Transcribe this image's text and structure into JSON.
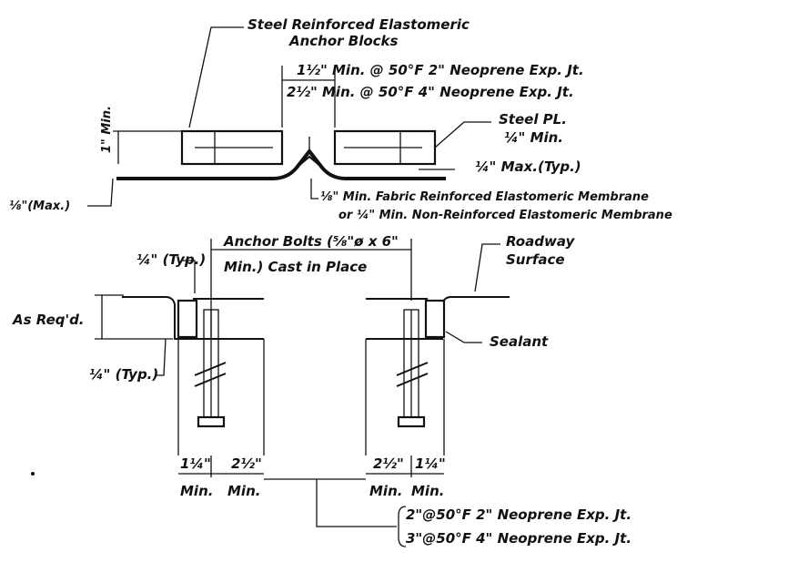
{
  "labels": {
    "anchor_blocks_1": "Steel Reinforced Elastomeric",
    "anchor_blocks_2": "Anchor Blocks",
    "gap_min_1": "1½\" Min. @ 50°F 2\" Neoprene Exp. Jt.",
    "gap_min_2": "2½\" Min. @ 50°F 4\" Neoprene Exp. Jt.",
    "steel_pl_1": "Steel PL.",
    "steel_pl_2": "¼\" Min.",
    "quarter_max": "¼\" Max.(Typ.)",
    "one_inch_min": "1\" Min.",
    "eighth_max": "⅛\"(Max.)",
    "membrane_1": "⅛\" Min. Fabric Reinforced Elastomeric Membrane",
    "membrane_2": "or ¼\" Min. Non-Reinforced Elastomeric Membrane",
    "quarter_typ_top": "¼\" (Typ.)",
    "anchor_bolts_1": "Anchor Bolts (⅝\"ø x 6\"",
    "anchor_bolts_2": "Min.) Cast in Place",
    "roadway_1": "Roadway",
    "roadway_2": "Surface",
    "as_reqd": "As Req'd.",
    "sealant": "Sealant",
    "quarter_typ_bottom": "¼\" (Typ.)",
    "dim_quarter_left": "1¼\"",
    "dim_2half_left": "2½\"",
    "dim_2half_right": "2½\"",
    "dim_quarter_right": "1¼\"",
    "min_1": "Min.",
    "min_2": "Min.",
    "min_3": "Min.",
    "min_4": "Min.",
    "exp_jt_2": "2\"@50°F  2\" Neoprene Exp. Jt.",
    "exp_jt_4": "3\"@50°F  4\" Neoprene Exp. Jt."
  }
}
